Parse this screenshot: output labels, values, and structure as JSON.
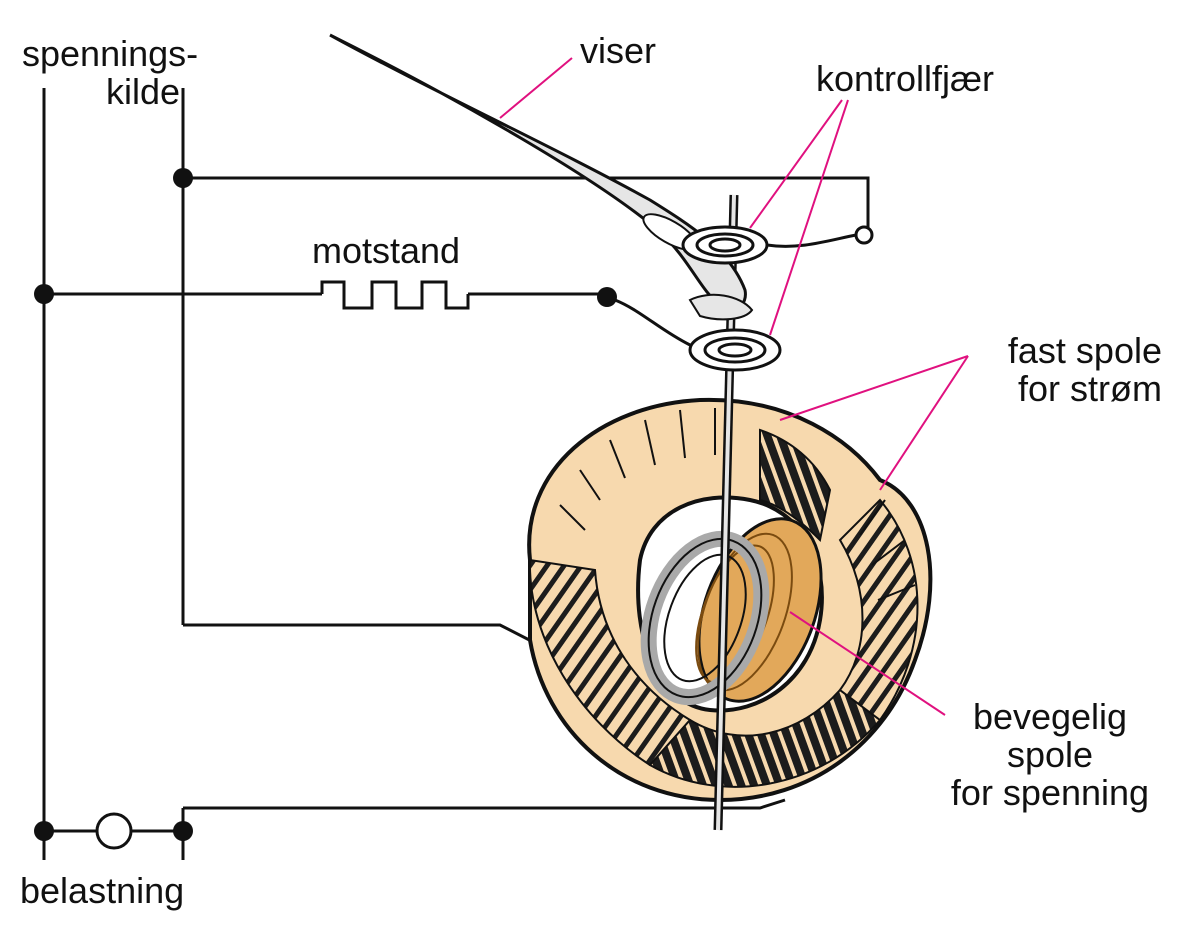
{
  "labels": {
    "source_line1": "spennings-",
    "source_line2": "kilde",
    "pointer": "viser",
    "springs": "kontrollfjær",
    "resistor": "motstand",
    "fixed_coil_line1": "fast spole",
    "fixed_coil_line2": "for strøm",
    "moving_coil_line1": "bevegelig",
    "moving_coil_line2": "spole",
    "moving_coil_line3": "for spenning",
    "load": "belastning"
  },
  "colors": {
    "wire": "#111111",
    "leader": "#e0117f",
    "coil_fill": "#f7d9ae",
    "coil_dark": "#1c1c1c",
    "moving_coil_fill": "#e2a85a",
    "ring_gray": "#a9a9a9",
    "pointer_fill": "#e6e6e6"
  }
}
